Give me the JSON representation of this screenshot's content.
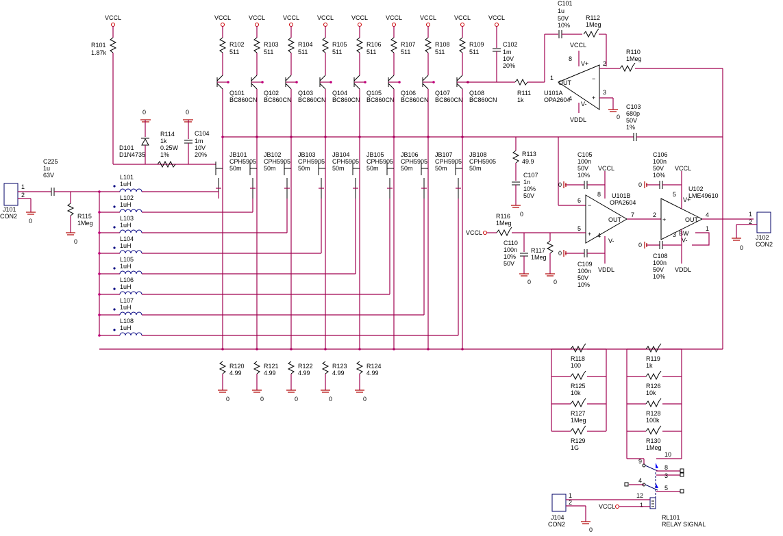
{
  "nets": {
    "vccl": "VCCL",
    "vddl": "VDDL",
    "gnd": "0"
  },
  "bias_resistors": [
    {
      "ref": "R102",
      "val": "511"
    },
    {
      "ref": "R103",
      "val": "511"
    },
    {
      "ref": "R104",
      "val": "511"
    },
    {
      "ref": "R105",
      "val": "511"
    },
    {
      "ref": "R106",
      "val": "511"
    },
    {
      "ref": "R107",
      "val": "511"
    },
    {
      "ref": "R108",
      "val": "511"
    },
    {
      "ref": "R109",
      "val": "511"
    }
  ],
  "transistors": [
    {
      "ref": "Q101",
      "val": "BC860CN"
    },
    {
      "ref": "Q102",
      "val": "BC860CN"
    },
    {
      "ref": "Q103",
      "val": "BC860CN"
    },
    {
      "ref": "Q104",
      "val": "BC860CN"
    },
    {
      "ref": "Q105",
      "val": "BC860CN"
    },
    {
      "ref": "Q106",
      "val": "BC860CN"
    },
    {
      "ref": "Q107",
      "val": "BC860CN"
    },
    {
      "ref": "Q108",
      "val": "BC860CN"
    }
  ],
  "jfets": [
    {
      "ref": "JB101",
      "val": "CPH5905",
      "r": "50m"
    },
    {
      "ref": "JB102",
      "val": "CPH5905",
      "r": "50m"
    },
    {
      "ref": "JB103",
      "val": "CPH5905",
      "r": "50m"
    },
    {
      "ref": "JB104",
      "val": "CPH5905",
      "r": "50m"
    },
    {
      "ref": "JB105",
      "val": "CPH5905",
      "r": "50m"
    },
    {
      "ref": "JB106",
      "val": "CPH5905",
      "r": "50m"
    },
    {
      "ref": "JB107",
      "val": "CPH5905",
      "r": "50m"
    },
    {
      "ref": "JB108",
      "val": "CPH5905",
      "r": "50m"
    }
  ],
  "inductors": [
    {
      "ref": "L101",
      "val": "1uH"
    },
    {
      "ref": "L102",
      "val": "1uH"
    },
    {
      "ref": "L103",
      "val": "1uH"
    },
    {
      "ref": "L104",
      "val": "1uH"
    },
    {
      "ref": "L105",
      "val": "1uH"
    },
    {
      "ref": "L106",
      "val": "1uH"
    },
    {
      "ref": "L107",
      "val": "1uH"
    },
    {
      "ref": "L108",
      "val": "1uH"
    }
  ],
  "source_resistors": [
    {
      "ref": "R120",
      "val": "4.99"
    },
    {
      "ref": "R121",
      "val": "4.99"
    },
    {
      "ref": "R122",
      "val": "4.99"
    },
    {
      "ref": "R123",
      "val": "4.99"
    },
    {
      "ref": "R124",
      "val": "4.99"
    }
  ],
  "r101": {
    "ref": "R101",
    "val": "1.87k"
  },
  "d101": {
    "ref": "D101",
    "val": "D1N4735"
  },
  "r114": {
    "ref": "R114",
    "val": "1k",
    "p": "0.25W",
    "t": "1%"
  },
  "c104": {
    "ref": "C104",
    "val": "1m",
    "v": "10V",
    "t": "20%"
  },
  "c102": {
    "ref": "C102",
    "val": "1m",
    "v": "10V",
    "t": "20%"
  },
  "c101": {
    "ref": "C101",
    "val": "1u",
    "v": "50V",
    "t": "10%"
  },
  "r112": {
    "ref": "R112",
    "val": "1Meg"
  },
  "r111": {
    "ref": "R111",
    "val": "1k"
  },
  "u101a": {
    "ref": "U101A",
    "val": "OPA2604",
    "out": "OUT",
    "vp": "V+",
    "vm": "V-",
    "p1": "1",
    "p2": "2",
    "p3": "3",
    "p4": "4",
    "p8": "8"
  },
  "r110": {
    "ref": "R110",
    "val": "1Meg"
  },
  "c103": {
    "ref": "C103",
    "val": "680p",
    "v": "50V",
    "t": "1%"
  },
  "r113": {
    "ref": "R113",
    "val": "49.9"
  },
  "c107": {
    "ref": "C107",
    "val": "1n",
    "t": "10%",
    "v": "50V"
  },
  "c105": {
    "ref": "C105",
    "val": "100n",
    "v": "50V",
    "t": "10%"
  },
  "c106": {
    "ref": "C106",
    "val": "100n",
    "v": "50V",
    "t": "10%"
  },
  "c109": {
    "ref": "C109",
    "val": "100n",
    "v": "50V",
    "t": "10%"
  },
  "c108": {
    "ref": "C108",
    "val": "100n",
    "v": "50V",
    "t": "10%"
  },
  "c110": {
    "ref": "C110",
    "val": "100n",
    "t": "10%",
    "v": "50V"
  },
  "r116": {
    "ref": "R116",
    "val": "1Meg"
  },
  "r117": {
    "ref": "R117",
    "val": "1Meg"
  },
  "u101b": {
    "ref": "U101B",
    "val": "OPA2604",
    "out": "OUT",
    "vm": "V-",
    "p4": "4",
    "p5": "5",
    "p6": "6",
    "p7": "7",
    "p8": "8"
  },
  "u102": {
    "ref": "U102",
    "val": "LME49610",
    "out": "OUT",
    "vp": "V+",
    "vm": "V-",
    "bw": "BW",
    "p1": "1",
    "p2": "2",
    "p3": "3",
    "p4": "4",
    "p5": "5"
  },
  "c225": {
    "ref": "C225",
    "val": "1u",
    "v": "63V"
  },
  "r115": {
    "ref": "R115",
    "val": "1Meg"
  },
  "j101": {
    "ref": "J101",
    "val": "CON2",
    "p1": "1",
    "p2": "2"
  },
  "j102": {
    "ref": "J102",
    "val": "CON2",
    "p1": "1",
    "p2": "2"
  },
  "j104": {
    "ref": "J104",
    "val": "CON2",
    "p1": "1",
    "p2": "2"
  },
  "gain_left": [
    {
      "ref": "R118",
      "val": "100"
    },
    {
      "ref": "R125",
      "val": "10k"
    },
    {
      "ref": "R127",
      "val": "1Meg"
    },
    {
      "ref": "R129",
      "val": "1G"
    }
  ],
  "gain_right": [
    {
      "ref": "R119",
      "val": "1k"
    },
    {
      "ref": "R126",
      "val": "10k"
    },
    {
      "ref": "R128",
      "val": "100k"
    },
    {
      "ref": "R130",
      "val": "1Meg"
    }
  ],
  "relay": {
    "ref": "RL101",
    "label": "RELAY SIGNAL",
    "p9": "9",
    "p10": "10",
    "p8": "8",
    "p3": "3",
    "p4": "4",
    "p5": "5",
    "p12": "12",
    "p1": "1"
  }
}
